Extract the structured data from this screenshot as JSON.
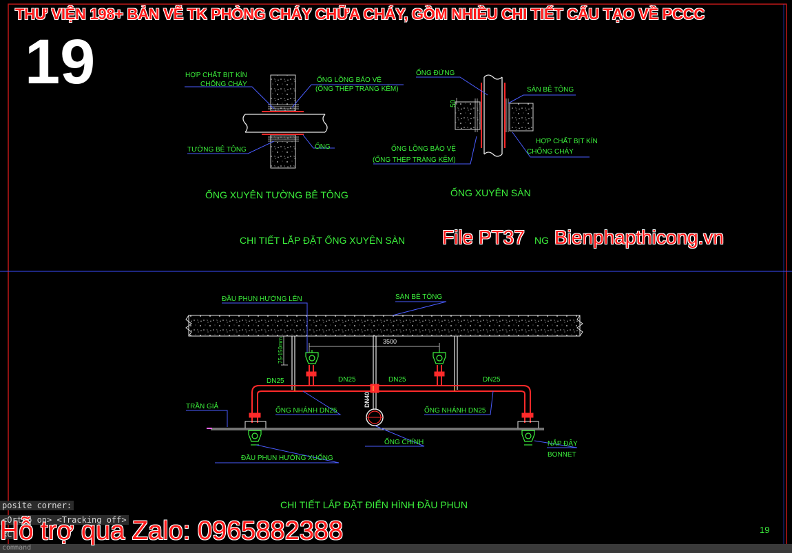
{
  "banner_title": "THƯ VIỆN 198+ BẢN VẼ TK PHÒNG CHÁY CHỮA CHÁY, GỒM NHIỀU CHI TIẾT CẤU TẠO VỀ PCCC",
  "sheet_big_number": "19",
  "watermark": {
    "file_code": "File PT37",
    "site": "Bienphapthicong.vn"
  },
  "support_text": "Hỗ trợ qua Zalo: 0965882388",
  "page_number": "19",
  "command_line": {
    "line1": "posite corner:",
    "line2": "<Ortho on> <Tracking off>",
    "line3": "<C",
    "line4": "command"
  },
  "detail_wall": {
    "label_sealant_1": "HỢP CHẤT BỊT KÍN",
    "label_sealant_2": "CHỐNG CHÁY",
    "label_sleeve_1": "ỐNG LỒNG BẢO VỆ",
    "label_sleeve_2": "(ỐNG THÉP TRÁNG KẼM)",
    "label_wall": "TƯỜNG BÊ TÔNG",
    "label_pipe": "ỐNG",
    "title": "ỐNG XUYÊN TƯỜNG BÊ TÔNG"
  },
  "detail_floor": {
    "label_riser": "ỐNG ĐỨNG",
    "label_slab": "SÀN BÊ TÔNG",
    "label_dim": "50",
    "label_sealant_1": "HỢP CHẤT BỊT KÍN",
    "label_sealant_2": "CHỐNG CHÁY",
    "label_sleeve_1": "ỐNG LỒNG BẢO VỆ",
    "label_sleeve_2": "(ỐNG THÉP TRÁNG KẼM)",
    "title": "ỐNG XUYÊN SÀN"
  },
  "section_title_1": "CHI TIẾT LẮP ĐẶT ỐNG XUYÊN SÀN",
  "section_title_1_tail": "NG",
  "sprinkler_detail": {
    "label_upright": "ĐẦU PHUN HƯỚNG LÊN",
    "label_slab": "SÀN BÊ TÔNG",
    "dim_spacing": "3500",
    "dim_drop": "75-150mm",
    "dn25_a": "DN25",
    "dn25_b": "DN25",
    "dn25_c": "DN25",
    "dn25_d": "DN25",
    "main_dn": "DN40",
    "label_branch_left": "ỐNG NHÁNH DN25",
    "label_branch_right": "ỐNG NHÁNH DN25",
    "label_ceiling": "TRẦN GIẢ",
    "label_main": "ỐNG CHÍNH",
    "label_pendent": "ĐẦU PHUN HƯỚNG XUỐNG",
    "label_bonnet_1": "NẮP ĐẬY",
    "label_bonnet_2": "BONNET",
    "title": "CHI TIẾT LẮP ĐẶT ĐIỂN HÌNH ĐẦU PHUN"
  },
  "colors": {
    "cad_green": "#3cf03c",
    "pipe_red": "#ff2a2a",
    "leader_blue": "#4a5cff",
    "border_red": "#c01818"
  }
}
